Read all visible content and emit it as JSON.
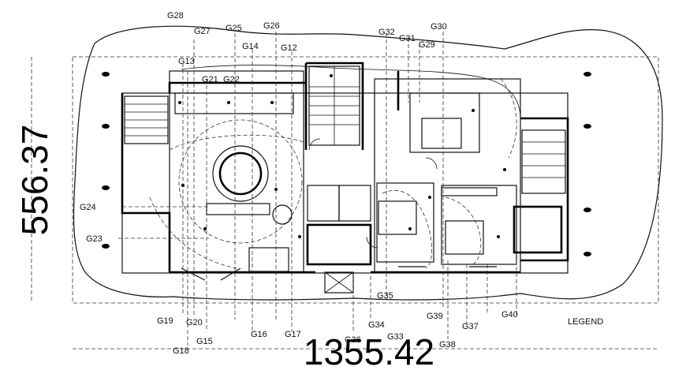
{
  "dimensions": {
    "width_label": "1355.42",
    "height_label": "556.37"
  },
  "legend": "LEGEND",
  "grid_labels": {
    "g12": "G12",
    "g13": "G13",
    "g14": "G14",
    "g15": "G15",
    "g16": "G16",
    "g17": "G17",
    "g18": "G18",
    "g19": "G19",
    "g20": "G20",
    "g21": "G21",
    "g22": "G22",
    "g23": "G23",
    "g24": "G24",
    "g25": "G25",
    "g26": "G26",
    "g27": "G27",
    "g28": "G28",
    "g29": "G29",
    "g30": "G30",
    "g31": "G31",
    "g32": "G32",
    "g33": "G33",
    "g34": "G34",
    "g35": "G35",
    "g36": "G36",
    "g37": "G37",
    "g38": "G38",
    "g39": "G39",
    "g40": "G40"
  }
}
